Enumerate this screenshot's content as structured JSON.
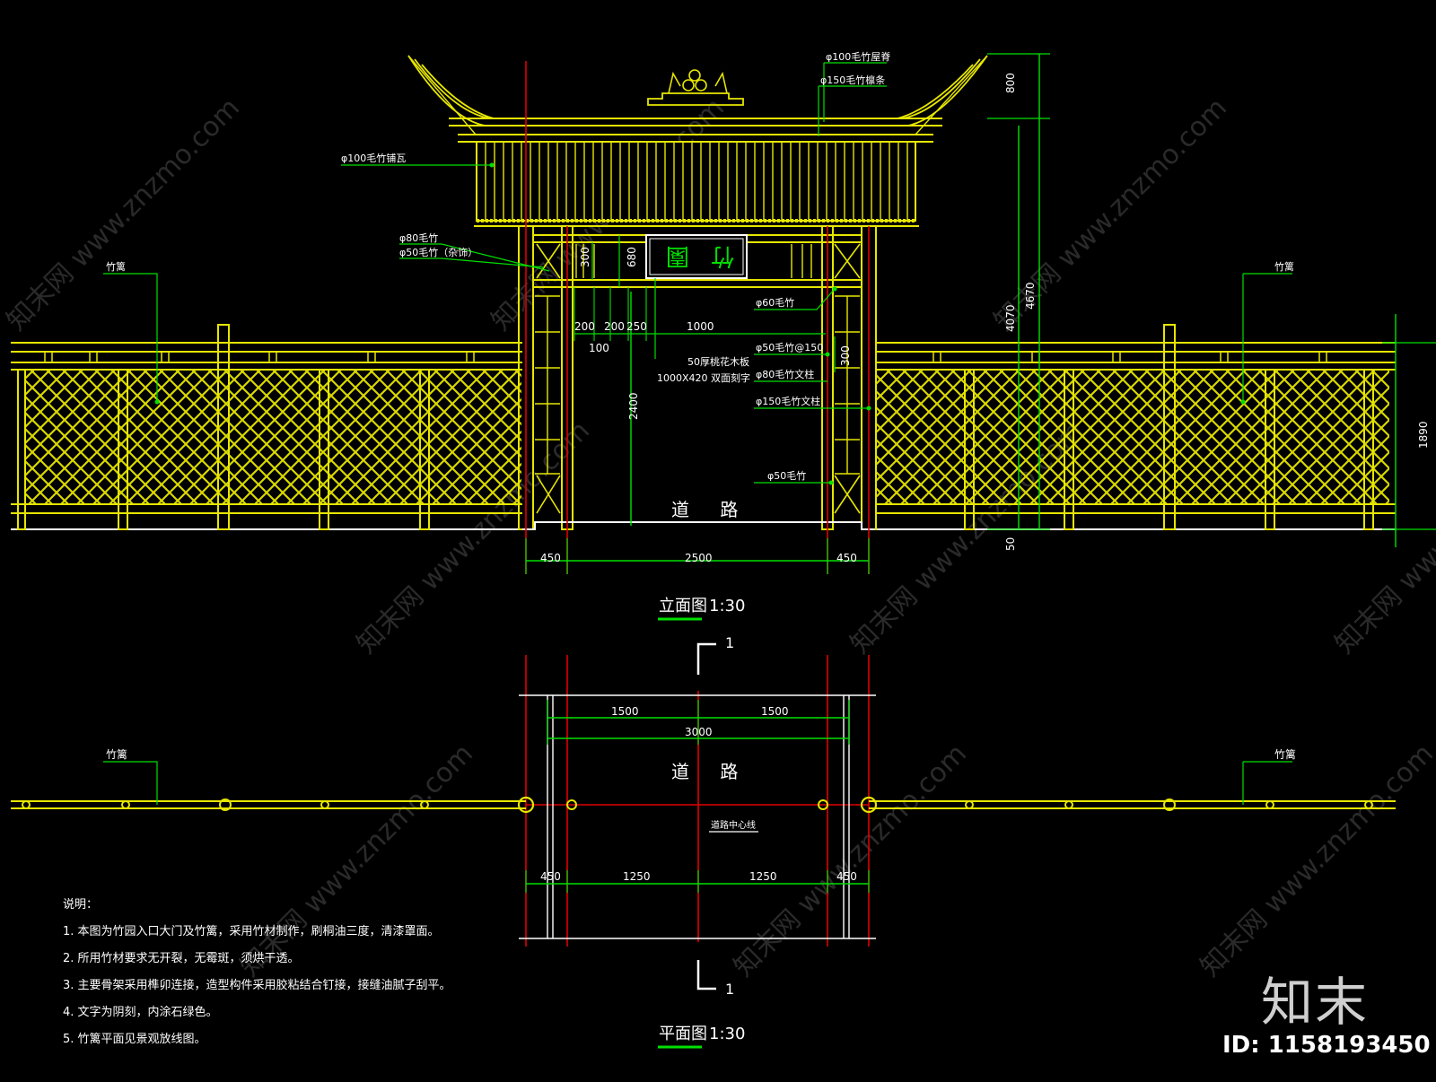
{
  "drawing": {
    "elevation": {
      "title": "立面图",
      "scale": "1:30",
      "sign_text": "竹 園",
      "road_label": "道 路",
      "callouts": {
        "c100_top": "φ100毛竹屋脊",
        "c150_ridge": "φ150毛竹檩条",
        "c100_roof": "φ100毛竹铺瓦",
        "c80": "φ80毛竹",
        "c50_side": "φ50毛竹（杂饰）",
        "fence_left": "竹篱",
        "fence_right": "竹篱",
        "c60": "φ60毛竹",
        "c50_at150": "φ50毛竹@150",
        "c80_wen": "φ80毛竹文柱",
        "c150_wen": "φ150毛竹文柱",
        "c50_low": "φ50毛竹",
        "board": "50厚桃花木板",
        "board_size": "1000X420",
        "board_note": "双面刻字"
      },
      "dims": {
        "d800": "800",
        "d4670": "4670",
        "d4070": "4070",
        "d50": "50",
        "d1890": "1890",
        "d300a": "300",
        "d680": "680",
        "d200a": "200",
        "d200b": "200",
        "d250": "250",
        "d1000": "1000",
        "d100": "100",
        "d2400": "2400",
        "d300b": "300",
        "d450l": "450",
        "d2500": "2500",
        "d450r": "450"
      }
    },
    "plan": {
      "title": "平面图",
      "scale": "1:30",
      "section_mark_top": "1",
      "section_mark_bottom": "1",
      "road_label": "道 路",
      "centerline_label": "道路中心线",
      "fence_left": "竹篱",
      "fence_right": "竹篱",
      "dims": {
        "d1500a": "1500",
        "d1500b": "1500",
        "d3000": "3000",
        "d450l": "450",
        "d1250a": "1250",
        "d1250b": "1250",
        "d450r": "450"
      }
    },
    "notes": {
      "heading": "说明：",
      "items": [
        "1.  本图为竹园入口大门及竹篱，采用竹材制作，刷桐油三度，清漆罩面。",
        "2.  所用竹材要求无开裂，无霉斑，须烘干透。",
        "3.  主要骨架采用榫卯连接，造型构件采用胶粘结合钉接，接缝油腻子刮平。",
        "4.  文字为阴刻，内涂石绿色。",
        "5.  竹篱平面见景观放线图。"
      ]
    }
  },
  "watermark": {
    "text": "知末网 www.znzmo.com",
    "logo": "知末",
    "id_label": "ID: 1158193450"
  },
  "colors": {
    "background": "#000000",
    "structure": "#e6e600",
    "dimension": "#00e000",
    "axis": "#e00000",
    "text": "#ffffff"
  }
}
